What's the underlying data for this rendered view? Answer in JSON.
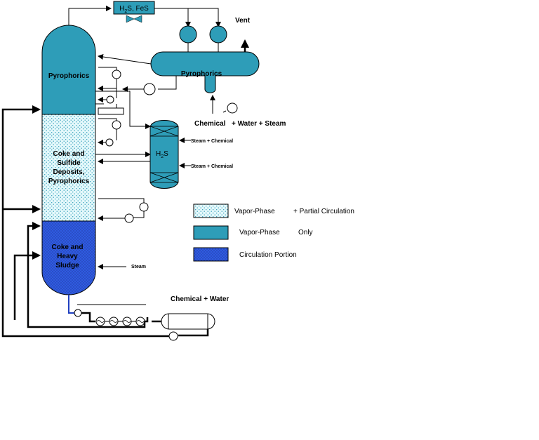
{
  "labels": {
    "top_box": "H2S, FeS",
    "top_box_main1": "H",
    "top_box_sub": "2",
    "top_box_main2": "S, FeS",
    "vent": "Vent",
    "column_top": "Pyrophorics",
    "drum": "Pyrophorics",
    "column_mid_line1": "Coke and",
    "column_mid_line2": "Sulfide",
    "column_mid_line3": "Deposits,",
    "column_mid_line4": "Pyrophorics",
    "column_bottom_line1": "Coke and",
    "column_bottom_line2": "Heavy",
    "column_bottom_line3": "Sludge",
    "chem_water_steam_1": "Chemical",
    "chem_water_steam_2": "+ Water + Steam",
    "steam_chem_1": "Steam + Chemical",
    "steam_chem_2": "Steam + Chemical",
    "h2s_vessel_main": "H",
    "h2s_vessel_sub": "2",
    "h2s_vessel_main2": "S",
    "steam": "Steam",
    "chem_water": "Chemical + Water"
  },
  "legend": [
    {
      "label": "Vapor-Phase",
      "suffix": "+ Partial Circulation",
      "pattern": "light-dots"
    },
    {
      "label": "Vapor-Phase",
      "suffix": "Only",
      "pattern": "solid-teal"
    },
    {
      "label": "Circulation Portion",
      "suffix": "",
      "pattern": "blue-dots"
    }
  ],
  "colors": {
    "teal": "#2e9db8",
    "light": "#e4f8fb",
    "blue": "#2f5be0",
    "outline": "#000000"
  }
}
